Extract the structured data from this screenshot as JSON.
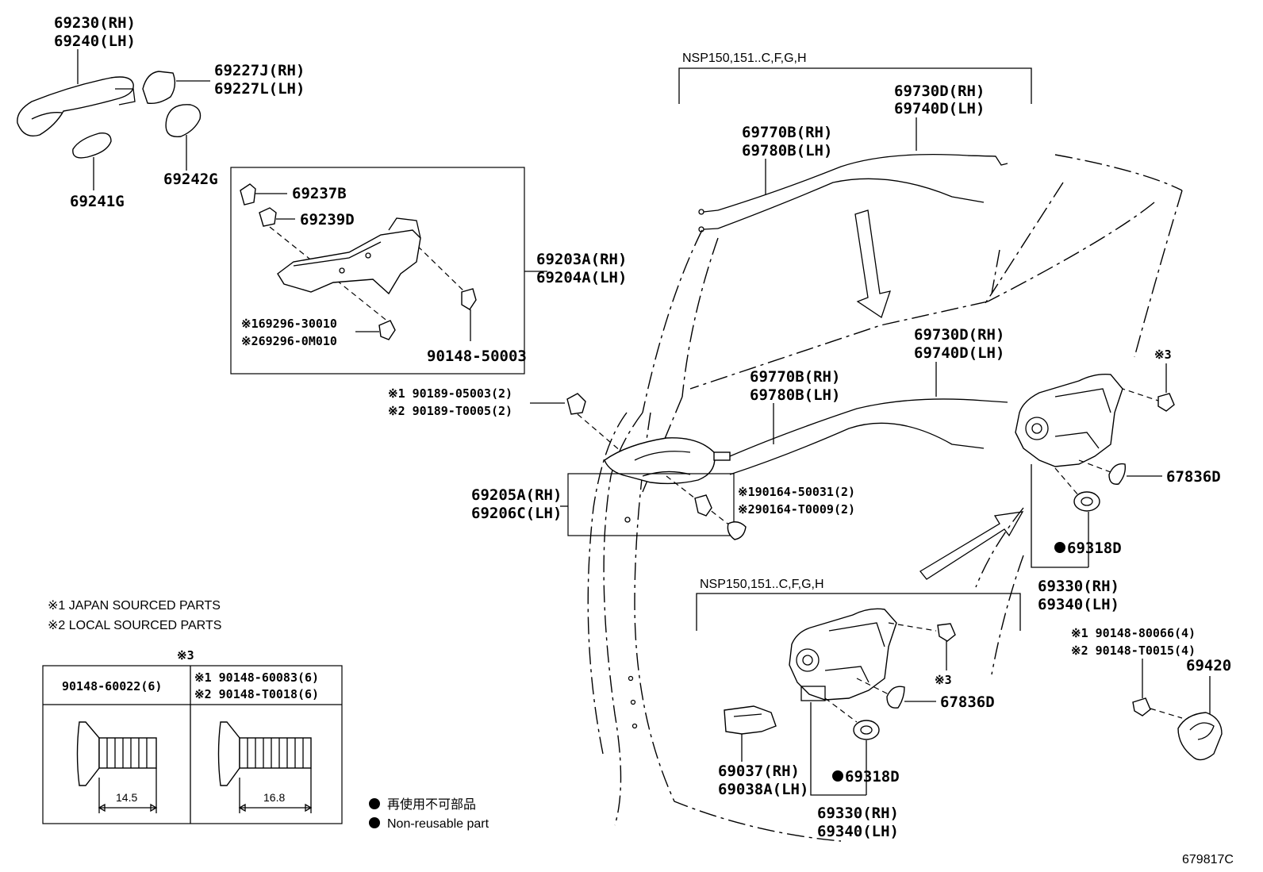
{
  "labels": {
    "handle_outer": [
      "69230(RH)",
      "69240(LH)"
    ],
    "cover": [
      "69227J(RH)",
      "69227L(LH)"
    ],
    "pad_g": "69241G",
    "pad_242g": "69242G",
    "frame_box": [
      "69203A(RH)",
      "69204A(LH)"
    ],
    "p69237b": "69237B",
    "p69239d": "69239D",
    "screw_frame": [
      "※169296-30010",
      "※269296-0M010"
    ],
    "screw_90148_50003": "90148-50003",
    "nsp_top": "NSP150,151..C,F,G,H",
    "cable_outer_top": [
      "69730D(RH)",
      "69740D(LH)"
    ],
    "cable_inner_top": [
      "69770B(RH)",
      "69780B(LH)"
    ],
    "cable_outer_mid": [
      "69730D(RH)",
      "69740D(LH)"
    ],
    "cable_inner_mid": [
      "69770B(RH)",
      "69780B(LH)"
    ],
    "clip_90189": [
      "※1 90189-05003(2)",
      "※2 90189-T0005(2)"
    ],
    "handle_inner": [
      "69205A(RH)",
      "69206C(LH)"
    ],
    "screw_90164": [
      "※190164-50031(2)",
      "※290164-T0009(2)"
    ],
    "ref3_top": "※3",
    "seal_67836d": "67836D",
    "seal_69318d": "69318D",
    "lock_upper": [
      "69330(RH)",
      "69340(LH)"
    ],
    "nsp_bottom": "NSP150,151..C,F,G,H",
    "ref3_bottom": "※3",
    "seal_67836d_b": "67836D",
    "seal_69318d_b": "69318D",
    "lock_lower": [
      "69330(RH)",
      "69340(LH)"
    ],
    "handle_69037": [
      "69037(RH)",
      "69038A(LH)"
    ],
    "screw_90148_80066": [
      "※1 90148-80066(4)",
      "※2 90148-T0015(4)"
    ],
    "striker": "69420",
    "japan_note": "※1 JAPAN SOURCED PARTS",
    "local_note": "※2 LOCAL SOURCED PARTS",
    "ref3_table": "※3",
    "table_col1": "90148-60022(6)",
    "table_col2": [
      "※1 90148-60083(6)",
      "※2 90148-T0018(6)"
    ],
    "dim1": "14.5",
    "dim2": "16.8",
    "legend_jp": "再使用不可部品",
    "legend_en": "Non-reusable part",
    "diagram_id": "679817C"
  }
}
